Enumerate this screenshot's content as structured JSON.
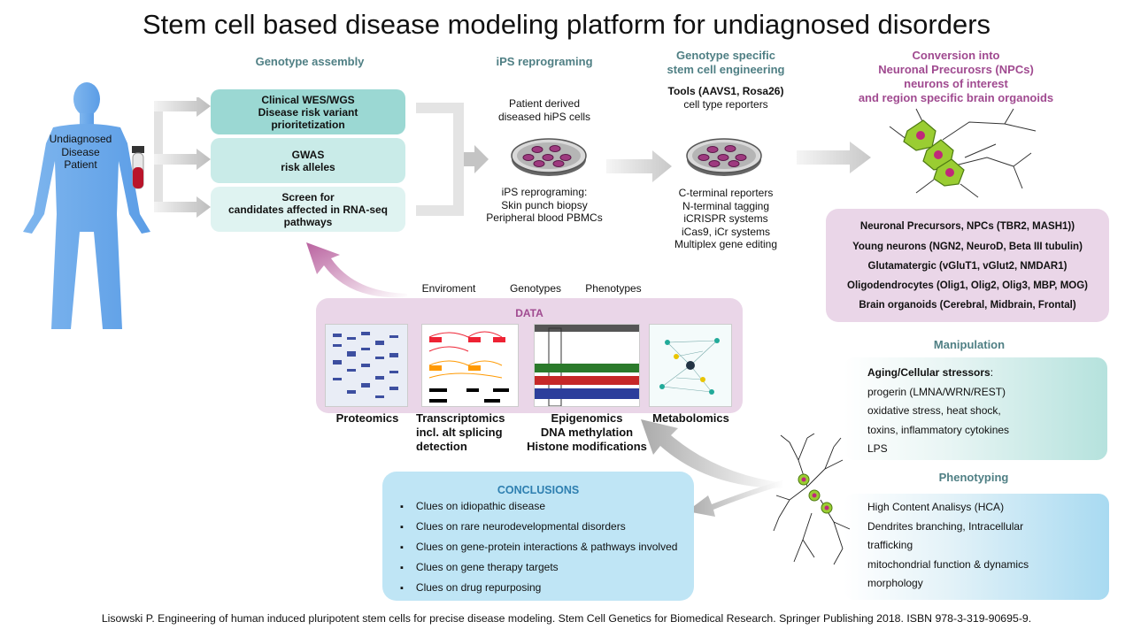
{
  "title": "Stem cell based disease modeling platform for undiagnosed  disorders",
  "patient": {
    "label_line1": "Undiagnosed Disease",
    "label_line2": "Patient"
  },
  "headers": {
    "genotype_assembly": "Genotype assembly",
    "ips_reprograming": "iPS reprograming",
    "genotype_specific_line1": "Genotype specific",
    "genotype_specific_line2": "stem cell engineering",
    "conversion_line1": "Conversion  into",
    "conversion_line2": "Neuronal Precurosrs  (NPCs)",
    "conversion_line3": "neurons of interest",
    "conversion_line4": "and region specific brain organoids"
  },
  "genotype_boxes": [
    {
      "lines": [
        "Clinical WES/WGS",
        "Disease risk variant",
        "prioritetization"
      ],
      "color": "#9bd8d3"
    },
    {
      "lines": [
        "GWAS",
        "risk alleles"
      ],
      "color": "#c9ebe8"
    },
    {
      "lines": [
        "Screen for",
        "candidates affected in RNA-seq",
        "pathways"
      ],
      "color": "#dff3f1"
    }
  ],
  "ips": {
    "top_line1": "Patient derived",
    "top_line2": "diseased hiPS cells",
    "bottom": [
      "iPS reprograming:",
      "Skin punch biopsy",
      "Peripheral blood PBMCs"
    ]
  },
  "engineering": {
    "tools_bold": "Tools (AAVS1, Rosa26)",
    "tools_sub": "cell type reporters",
    "bottom": [
      "C-terminal reporters",
      "N-terminal tagging",
      "iCRISPR systems",
      "iCas9, iCr systems",
      "Multiplex gene editing"
    ]
  },
  "npc_list": [
    "Neuronal Precursors, NPCs (TBR2, MASH1))",
    "Young neurons (NGN2,  NeuroD,  Beta III tubulin)",
    "Glutamatergic (vGluT1,  vGlut2,  NMDAR1)",
    "Oligodendrocytes (Olig1,  Olig2, Olig3, MBP, MOG)",
    "Brain organoids (Cerebral,  Midbrain,  Frontal)"
  ],
  "data_section": {
    "top_labels": [
      "Enviroment",
      "Genotypes",
      "Phenotypes"
    ],
    "header": "DATA",
    "labels": {
      "proteomics": "Proteomics",
      "transcriptomics": [
        "Transcriptomics",
        "incl. alt splicing",
        "detection"
      ],
      "epigenomics": [
        "Epigenomics",
        "DNA  methylation",
        "Histone  modifications"
      ],
      "metabolomics": "Metabolomics"
    }
  },
  "manipulation": {
    "header": "Manipulation",
    "bold_line": "Aging/Cellular  stressors",
    "bold_suffix": ":",
    "items": [
      "progerin (LMNA/WRN/REST)",
      "oxidative stress, heat shock,",
      "toxins, inflammatory cytokines",
      "LPS"
    ]
  },
  "phenotyping": {
    "header": "Phenotyping",
    "items": [
      "High Content Analisys (HCA)",
      "Dendrites branching, Intracellular",
      "trafficking",
      "mitochondrial function & dynamics",
      "morphology"
    ]
  },
  "conclusions": {
    "header": "CONCLUSIONS",
    "items": [
      "Clues on idiopathic disease",
      "Clues on rare neurodevelopmental disorders",
      "Clues on gene-protein interactions & pathways involved",
      "Clues on gene therapy targets",
      "Clues on drug repurposing"
    ]
  },
  "footer": "Lisowski P. Engineering of human induced pluripotent  stem cells for precise disease modeling. Stem Cell Genetics for Biomedical Research. Springer Publishing 2018. ISBN 978-3-319-90695-9."
}
